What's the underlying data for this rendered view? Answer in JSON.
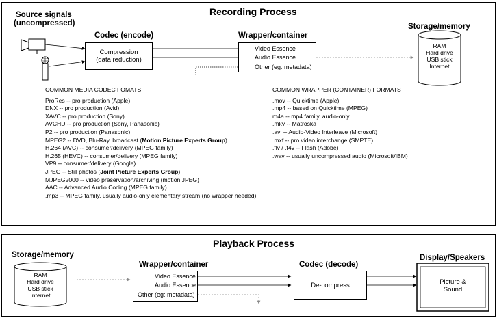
{
  "recording": {
    "title": "Recording Process",
    "source_header_1": "Source signals",
    "source_header_2": "(uncompressed)",
    "codec_header": "Codec (encode)",
    "codec_box_1": "Compression",
    "codec_box_2": "(data reduction)",
    "wrapper_header": "Wrapper/container",
    "wrapper_items": [
      "Video Essence",
      "Audio Essence",
      "Other (eg: metadata)"
    ],
    "storage_header": "Storage/memory",
    "storage_items": [
      "RAM",
      "Hard drive",
      "USB stick",
      "Internet"
    ]
  },
  "codec_list": {
    "heading": "COMMON MEDIA CODEC FOMATS",
    "items": [
      {
        "text": "ProRes -- pro production (Apple)",
        "bold": ""
      },
      {
        "text": "DNX -- pro production (Avid)",
        "bold": ""
      },
      {
        "text": "XAVC -- pro production (Sony)",
        "bold": ""
      },
      {
        "text": "AVCHD -- pro production (Sony, Panasonic)",
        "bold": ""
      },
      {
        "text": "P2 -- pro production (Panasonic)",
        "bold": ""
      },
      {
        "text": "MPEG2 -- DVD, Blu-Ray, broadcast (",
        "bold": "Motion Picture Experts Group",
        "after": ")"
      },
      {
        "text": "H.264 (AVC) -- consumer/delivery (MPEG family)",
        "bold": ""
      },
      {
        "text": "H.265 (HEVC) -- consumer/delivery (MPEG family)",
        "bold": ""
      },
      {
        "text": "VP9 -- consumer/delivery (Google)",
        "bold": ""
      },
      {
        "text": "JPEG -- Still photos (",
        "bold": "Joint Picture Experts Group",
        "after": ")"
      },
      {
        "text": "MJPEG2000 -- video preservation/archiving (motion JPEG)",
        "bold": ""
      },
      {
        "text": "AAC -- Advanced Audio Coding (MPEG family)",
        "bold": ""
      },
      {
        "text": ".mp3 -- MPEG family, usually audio-only elementary stream (no wrapper needed)",
        "bold": ""
      }
    ]
  },
  "wrapper_list": {
    "heading": "COMMON WRAPPER (CONTAINER) FORMATS",
    "items": [
      ".mov -- Quicktime (Apple)",
      ".mp4 -- based on Quicktime (MPEG)",
      "m4a -- mp4 family, audio-only",
      ".mkv -- Matroska",
      ".avi -- Audio-Video Interleave (Microsoft)",
      ".mxf -- pro video interchange (SMPTE)",
      ".flv / .f4v -- Flash (Adobe)",
      ".wav -- usually uncompressed audio (Microsoft/IBM)"
    ]
  },
  "playback": {
    "title": "Playback Process",
    "storage_header": "Storage/memory",
    "storage_items": [
      "RAM",
      "Hard drive",
      "USB stick",
      "Internet"
    ],
    "wrapper_header": "Wrapper/container",
    "wrapper_items": [
      "Video Essence",
      "Audio Essence",
      "Other (eg: metadata)"
    ],
    "codec_header": "Codec (decode)",
    "codec_box": "De-compress",
    "display_header": "Display/Speakers",
    "display_box_1": "Picture &",
    "display_box_2": "Sound"
  },
  "icons": [
    "video-camera-icon",
    "microphone-icon"
  ]
}
